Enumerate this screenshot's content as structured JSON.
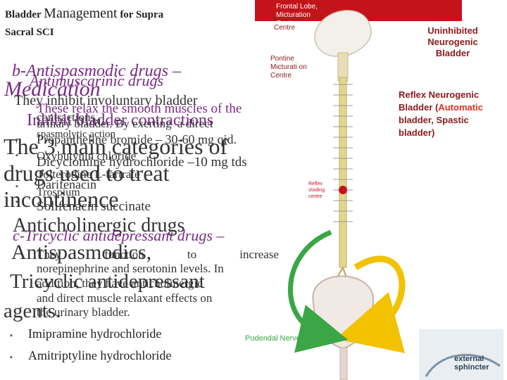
{
  "slide": {
    "title_line1_a": "Bladder ",
    "title_line1_b": "Management",
    "title_line1_c": " for Supra",
    "title_line2": "Sacral SCI",
    "antimus_ghost": "Antimuscarinic drugs",
    "section_b": "b-Antispasmodic drugs –",
    "medication_ghost": "Medication",
    "b_text_1": "They inhibit involuntary bladder",
    "b_text_2_ghost": "These relax the smooth muscles of the",
    "b_text_3": "contractions.",
    "b_text_4_ghost": "Inhibit bladder contractions",
    "b_text_5": "urinary bladder. By exerting",
    "b_text_5b": "a direct",
    "b_text_6": "spasmolytic action",
    "big_ghost_1": "The 3 main categories of",
    "drug_1": "Propantheline bromide – 30-60 mg qid.",
    "drug_2": "Oxybutynin chloride",
    "drug_3": "Dicyclomine hydrochloride –10 mg tds",
    "big_ghost_2": "drugs used to treat",
    "drug_4": "Tolterodine L-tartrate",
    "drug_5": "Darifenacin",
    "drug_6": "Trospium",
    "big_ghost_3": "incontinence",
    "drug_7": "Solifenacin succinate",
    "big_ghost_4": "Anticholinergic drugs",
    "section_c": "c-Tricyclic antidepressant drugs –",
    "big_ghost_5": "Antispasmodics,",
    "c_text_1a": "They",
    "c_text_1b": "function",
    "c_text_1c": "to",
    "c_text_1d": "increase",
    "c_text_2": "norepinephrine and serotonin levels. In",
    "big_ghost_6": "Tricyclic antidepressant",
    "c_text_3": "addition, they have anticholinergic",
    "c_text_4": "and direct muscle relaxant effects on",
    "big_ghost_7": "agents.",
    "c_text_5": "the urinary bladder.",
    "c_drug_1": "Imipramine hydrochloride",
    "c_drug_2": "Amitriptyline hydrochloride",
    "bullet_glyph": "▪"
  },
  "diagram": {
    "frontal_lobe": "Frontal Lobe, Micturation Centre",
    "pontine": "Pontine Micturati on Centre",
    "sacral": "Reflex Voiding centre",
    "pudendal": "Pudendal Nerve",
    "uninhibited": "Uninhibited Neurogenic Bladder",
    "reflex_a": "Reflex Neurogenic Bladder (",
    "reflex_auto": "Automatic",
    "reflex_b": "bladder, Spastic bladder)",
    "external_a": "external",
    "external_b": "sphincter",
    "colors": {
      "header_bar": "#c4141b",
      "spine": "#d6c66a",
      "arrow_yellow": "#f2c200",
      "arrow_green": "#3aa645",
      "purple": "#7a2a86",
      "label_red": "#8b1a1a",
      "auto_red": "#e0301e"
    }
  }
}
